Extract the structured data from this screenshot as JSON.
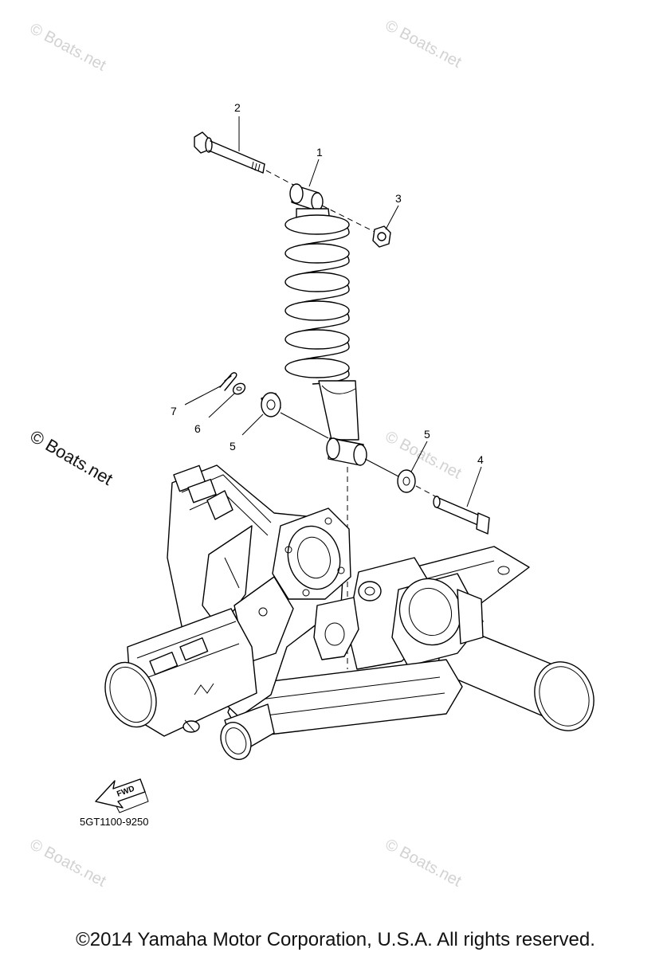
{
  "watermarks": {
    "top_left": "© Boats.net",
    "top_right": "© Boats.net",
    "mid_left": "© Boats.net",
    "mid_center": "© Boats.net",
    "bottom_left": "© Boats.net",
    "bottom_right": "© Boats.net"
  },
  "callouts": {
    "c1": "1",
    "c2": "2",
    "c3": "3",
    "c4": "4",
    "c5a": "5",
    "c5b": "5",
    "c6": "6",
    "c7": "7"
  },
  "fwd_label": "FWD",
  "diagram_code": "5GT1100-9250",
  "copyright": "©2014 Yamaha Motor Corporation, U.S.A. All rights reserved."
}
